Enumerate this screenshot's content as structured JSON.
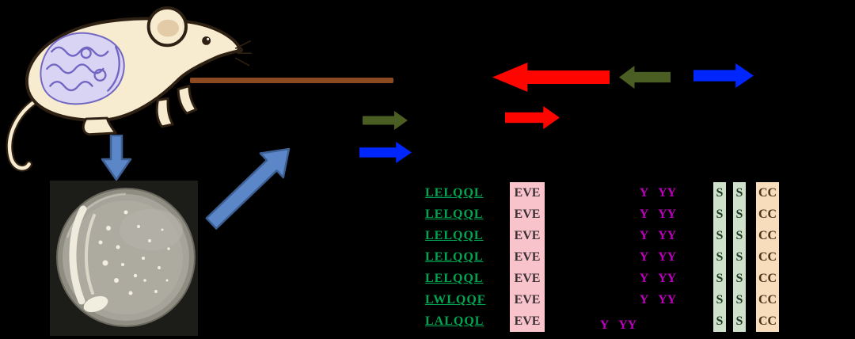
{
  "figure": {
    "description": "Workflow diagram: mouse intestinal tract to bacterial culture plate to gene cluster arrows and protein sequence alignment",
    "mouse": {
      "label": "mouse with intestinal tract highlighted"
    },
    "petri_dish": {
      "label": "bacterial culture plate photo"
    },
    "gene_arrows": [
      {
        "id": "red-left",
        "direction": "left",
        "color": "#fe0500"
      },
      {
        "id": "green-left",
        "direction": "left",
        "color": "#4a5d23"
      },
      {
        "id": "blue-right-top",
        "direction": "right",
        "color": "#0026fe"
      },
      {
        "id": "red-right",
        "direction": "right",
        "color": "#fe0500"
      },
      {
        "id": "green-right-small",
        "direction": "right",
        "color": "#4a5d23"
      },
      {
        "id": "blue-right-small",
        "direction": "right",
        "color": "#0026fe"
      }
    ]
  },
  "alignment": {
    "rows": [
      {
        "motif": "LELQQL",
        "conserved": "EVE",
        "variants": "Y YY",
        "s1": "S",
        "s2": "S",
        "c": "CC"
      },
      {
        "motif": "LELQQL",
        "conserved": "EVE",
        "variants": "Y YY",
        "s1": "S",
        "s2": "S",
        "c": "CC"
      },
      {
        "motif": "LELQQL",
        "conserved": "EVE",
        "variants": "Y YY",
        "s1": "S",
        "s2": "S",
        "c": "CC"
      },
      {
        "motif": "LELQQL",
        "conserved": "EVE",
        "variants": "Y YY",
        "s1": "S",
        "s2": "S",
        "c": "CC"
      },
      {
        "motif": "LELQQL",
        "conserved": "EVE",
        "variants": "Y YY",
        "s1": "S",
        "s2": "S",
        "c": "CC"
      },
      {
        "motif": "LWLQQF",
        "conserved": "EVE",
        "variants": "Y YY",
        "s1": "S",
        "s2": "S",
        "c": "CC"
      },
      {
        "motif": "LALQQL",
        "conserved": "EVE",
        "variants": "Y YY",
        "s1": "S",
        "s2": "S",
        "c": "CC"
      }
    ]
  },
  "colors": {
    "background": "#000000",
    "mouse_body": "#f7ecd0",
    "mouse_outline": "#2e2013",
    "intestine_fill": "#dad4f4",
    "intestine_line": "#7166c2",
    "inner_ear": "#e3cba8",
    "flow_arrow_fill": "#5b87c8",
    "flow_arrow_stroke": "#3d5f93",
    "brown_line": "#8b4a21",
    "gene_red": "#fe0500",
    "gene_green": "#4a5d23",
    "gene_blue": "#0026fe",
    "motif_text": "#00a550",
    "conserved_bg": "#f8c3ca",
    "conserved_text": "#3a3034",
    "purple_text": "#bb00bb",
    "s_bg": "#cfe0cb",
    "s_text": "#1c3a24",
    "c_bg": "#f7ddbb",
    "c_text": "#4a3318",
    "petri_bg": "#1c1c19",
    "petri_plate": "#a6a49a",
    "petri_colony": "#f1eee0"
  }
}
